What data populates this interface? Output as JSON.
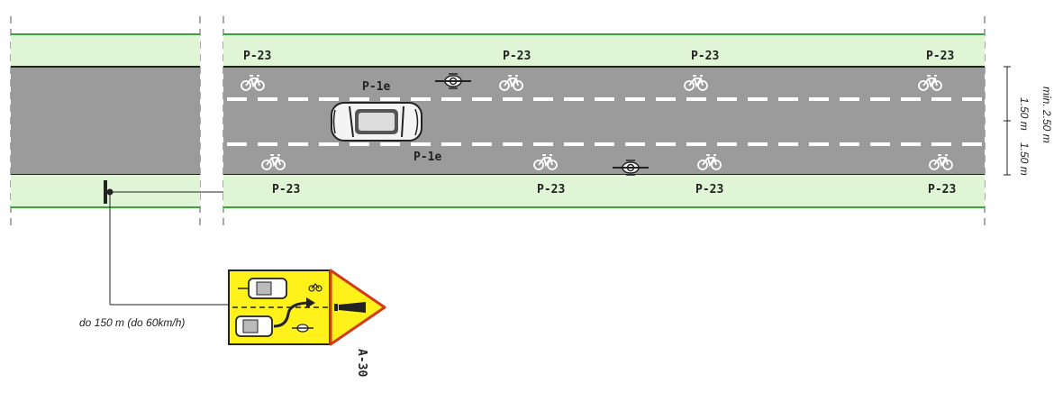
{
  "labels": {
    "p23": "P-23",
    "p1e": "P-1e",
    "a30": "A-30"
  },
  "dimensions": {
    "lane_width": "1.50 m",
    "min_total": "min. 2.50 m"
  },
  "sign_distance": "do 150 m (do 60km/h)",
  "colors": {
    "verge": "#dff5d6",
    "verge_line": "#3aa53a",
    "roadway": "#9b9b9b",
    "lane_marking": "#ffffff",
    "sign_yellow": "#fff21a",
    "sign_border": "#d33a1a"
  }
}
